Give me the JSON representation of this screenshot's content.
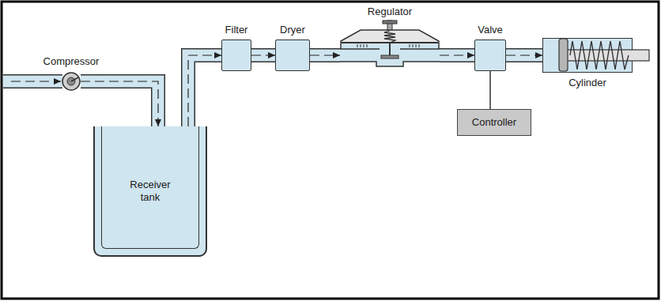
{
  "diagram": {
    "nodes": [
      {
        "text": [
          "Compressor"
        ]
      },
      {
        "text": [
          "Receiver tank"
        ]
      },
      {
        "text": [
          "Filter"
        ]
      },
      {
        "text": [
          "Dryer"
        ]
      },
      {
        "text": [
          "Regulator"
        ]
      },
      {
        "text": [
          "Valve"
        ]
      },
      {
        "text": [
          "Controller"
        ]
      },
      {
        "text": [
          "Cylinder"
        ]
      }
    ],
    "edges": [
      {
        "from": 0,
        "to": 1,
        "arrow": "to"
      },
      {
        "from": 1,
        "to": 2,
        "arrow": "to"
      },
      {
        "from": 2,
        "to": 3,
        "arrow": "to"
      },
      {
        "from": 3,
        "to": 4,
        "arrow": "to"
      },
      {
        "from": 4,
        "to": 5,
        "arrow": "to"
      },
      {
        "from": 5,
        "to": 7,
        "arrow": "to"
      },
      {
        "from": 6,
        "to": 5,
        "arrow": "none"
      }
    ]
  }
}
